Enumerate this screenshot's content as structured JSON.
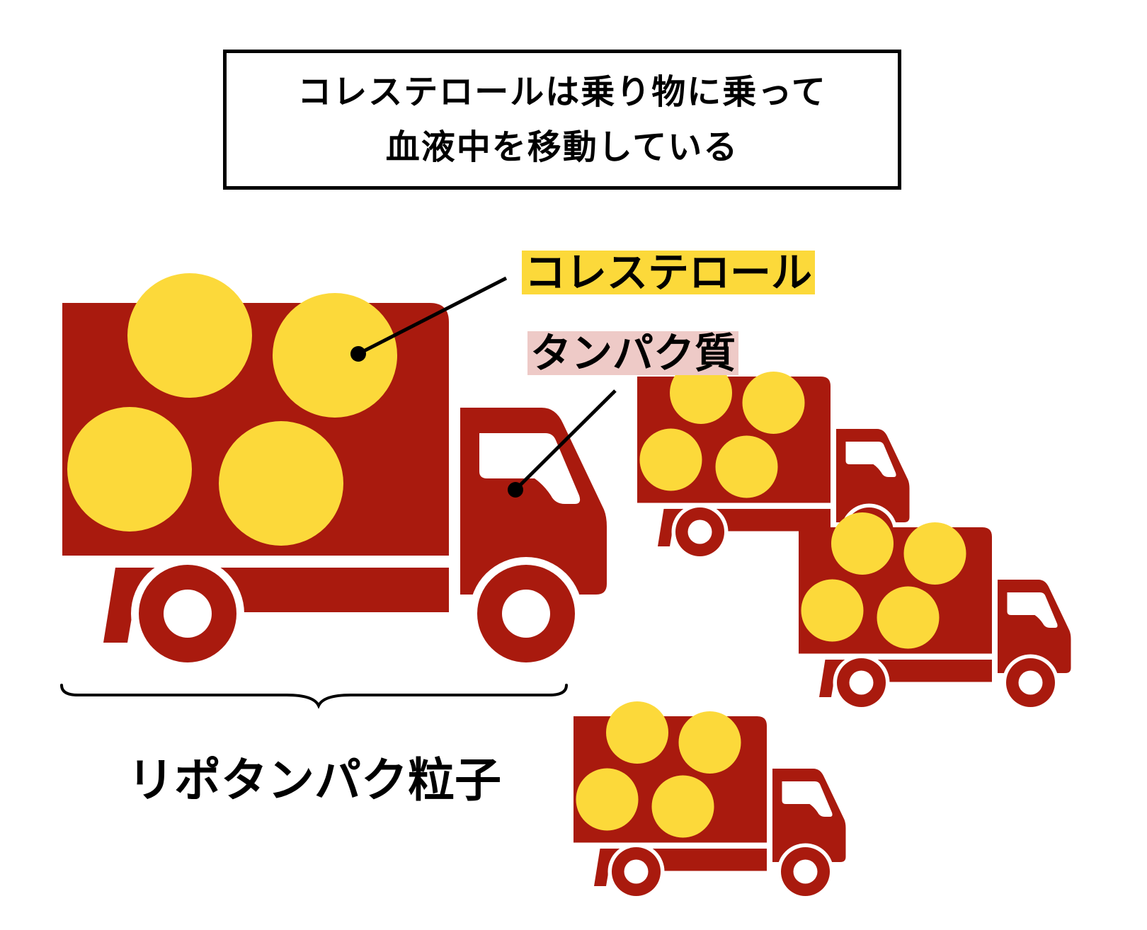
{
  "title": {
    "line1": "コレステロールは乗り物に乗って",
    "line2": "血液中を移動している"
  },
  "labels": {
    "cholesterol": "コレステロール",
    "protein": "タンパク質",
    "lipoprotein": "リポタンパク粒子"
  },
  "colors": {
    "truck": "#a91a0e",
    "cholesterol_ball": "#fcd93a",
    "cholesterol_highlight": "#fcd93a",
    "protein_highlight": "#eecac7",
    "text": "#000000",
    "background": "#ffffff"
  },
  "icons": [
    "truck-icon",
    "cholesterol-ball-icon",
    "curly-brace-icon",
    "pointer-line-icon"
  ]
}
